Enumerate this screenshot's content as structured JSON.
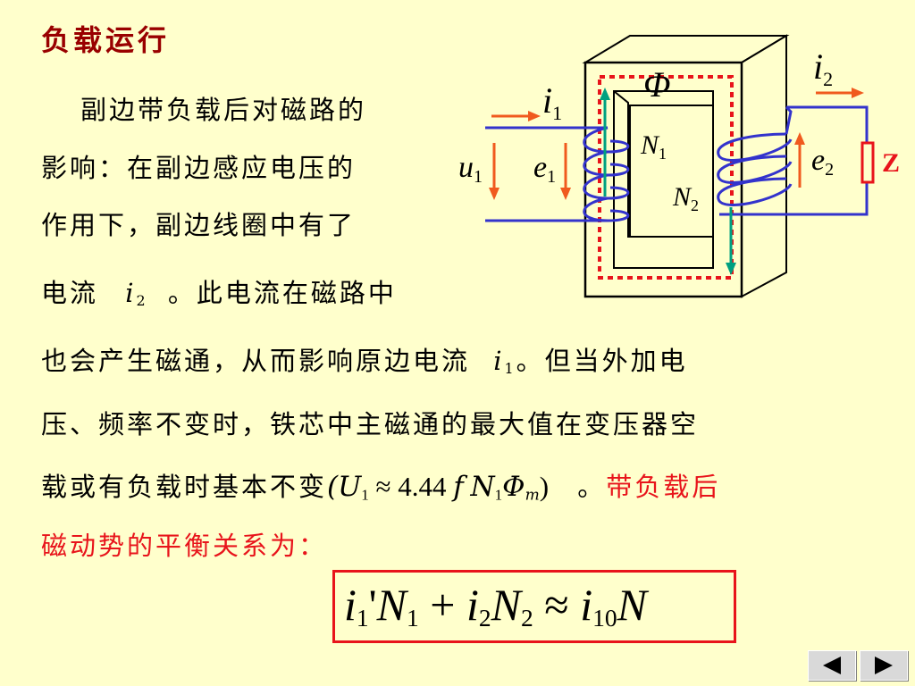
{
  "title": "负载运行",
  "para": {
    "line1": "副边带负载后对磁路的",
    "line2": "影响：在副边感应电压的",
    "line3": "作用下，副边线圈中有了",
    "line4_a": "电流",
    "line4_var": "i",
    "line4_sub": "2",
    "line4_b": "。此电流在磁路中",
    "line5_a": "也会产生磁通，从而影响原边电流",
    "line5_var": "i",
    "line5_sub": "1",
    "line5_b": "。但当外加电",
    "line6": "压、频率不变时，铁芯中主磁通的最大值在变压器空",
    "line7_a": "载或有负载时基本不变",
    "line7_eq_U": "(U",
    "line7_eq_mid": " ≈ 4.44",
    "line7_eq_f": "f",
    "line7_eq_N": "N",
    "line7_eq_phi": "Φ",
    "line7_eq_end": ")",
    "line7_b": "。",
    "line7_red": "带负载后",
    "line8_red": "磁动势的平衡关系为："
  },
  "formula": {
    "t1": "i",
    "s1": "1",
    "p": "'",
    "t2": "N",
    "s2": "1",
    "op1": " + ",
    "t3": "i",
    "s3": "2",
    "t4": "N",
    "s4": "2",
    "op2": " ≈ ",
    "t5": "i",
    "s5": "10",
    "t6": "N"
  },
  "figure": {
    "phi": "Φ",
    "i1": "i",
    "i1_sub": "1",
    "i2": "i",
    "i2_sub": "2",
    "u1": "u",
    "u1_sub": "1",
    "e1": "e",
    "e1_sub": "1",
    "e2": "e",
    "e2_sub": "2",
    "N1": "N",
    "N1_sub": "1",
    "N2": "N",
    "N2_sub": "2",
    "load": "Z"
  },
  "colors": {
    "title": "#990000",
    "highlight": "#E8141B",
    "background": "#FFFFCC",
    "winding": "#3333CC",
    "flux_arrow": "#00A080",
    "current_arrow": "#F05A1E"
  },
  "nav": {
    "prev_icon": "triangle-left-icon",
    "next_icon": "triangle-right-icon"
  }
}
